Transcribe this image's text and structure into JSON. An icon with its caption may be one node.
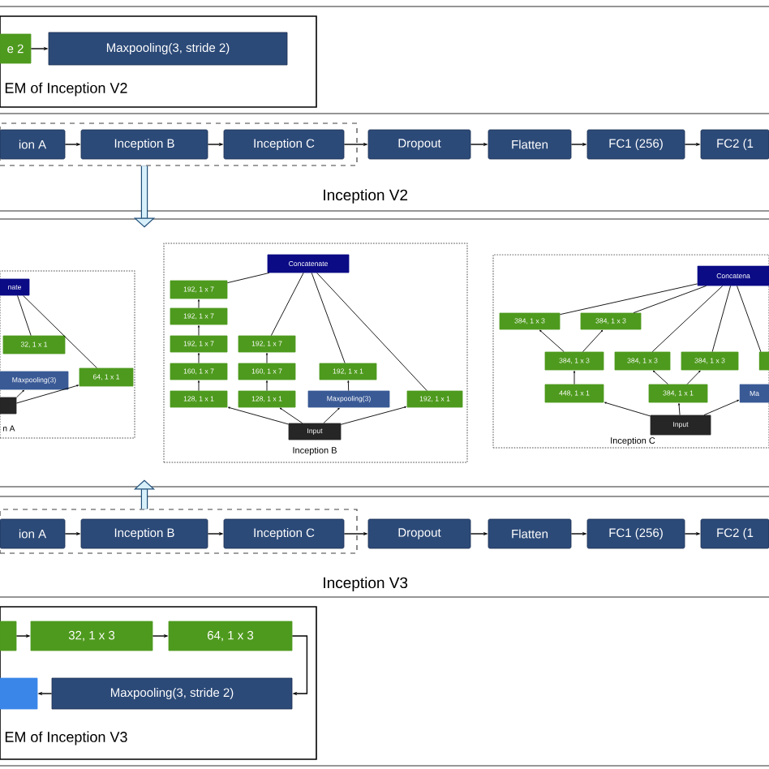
{
  "diagram": {
    "nodes": [
      {
        "text": [
          "EM of Inception V2"
        ]
      },
      {
        "text": [
          "e 2"
        ],
        "in": 0
      },
      {
        "text": [
          "Maxpooling(3, stride 2)"
        ],
        "in": 0
      },
      {
        "text": [],
        "shape": "box"
      },
      {
        "text": [
          "ion A"
        ],
        "in": 3
      },
      {
        "text": [
          "Inception B"
        ],
        "in": 3
      },
      {
        "text": [
          "Inception C"
        ],
        "in": 3
      },
      {
        "text": [
          "Dropout"
        ]
      },
      {
        "text": [
          "Flatten"
        ]
      },
      {
        "text": [
          "FC1 (256)"
        ]
      },
      {
        "text": [
          "FC2 (1"
        ]
      },
      {
        "text": [
          "n A"
        ]
      },
      {
        "text": [
          "nate"
        ],
        "in": 11
      },
      {
        "text": [
          "32, 1 x 1"
        ],
        "in": 11
      },
      {
        "text": [
          "Maxpooling(3)"
        ],
        "in": 11
      },
      {
        "text": [
          "64, 1 x 1"
        ],
        "in": 11
      },
      {
        "text": [],
        "shape": "box",
        "in": 11
      },
      {
        "text": [
          "Inception B"
        ]
      },
      {
        "text": [
          "Concatenate"
        ],
        "in": 17
      },
      {
        "text": [
          "192, 1 x 7"
        ],
        "in": 17
      },
      {
        "text": [
          "192, 1 x 7"
        ],
        "in": 17
      },
      {
        "text": [
          "192, 1 x 7"
        ],
        "in": 17
      },
      {
        "text": [
          "160, 1 x 7"
        ],
        "in": 17
      },
      {
        "text": [
          "128, 1 x 1"
        ],
        "in": 17
      },
      {
        "text": [
          "192, 1 x 7"
        ],
        "in": 17
      },
      {
        "text": [
          "160, 1 x 7"
        ],
        "in": 17
      },
      {
        "text": [
          "128, 1 x 1"
        ],
        "in": 17
      },
      {
        "text": [
          "192, 1 x 1"
        ],
        "in": 17
      },
      {
        "text": [
          "Maxpooling(3)"
        ],
        "in": 17
      },
      {
        "text": [
          "192, 1 x 1"
        ],
        "in": 17
      },
      {
        "text": [
          "Input"
        ],
        "in": 17
      },
      {
        "text": [
          "Inception C"
        ]
      },
      {
        "text": [
          "Concatena"
        ],
        "in": 31
      },
      {
        "text": [
          "384, 1 x 3"
        ],
        "in": 31
      },
      {
        "text": [
          "384, 1 x 3"
        ],
        "in": 31
      },
      {
        "text": [
          "384, 1 x 3"
        ],
        "in": 31
      },
      {
        "text": [
          "384, 1 x 3"
        ],
        "in": 31
      },
      {
        "text": [
          "384, 1 x 3"
        ],
        "in": 31
      },
      {
        "text": [],
        "shape": "box",
        "in": 31
      },
      {
        "text": [
          "448, 1 x 1"
        ],
        "in": 31
      },
      {
        "text": [
          "384, 1 x 1"
        ],
        "in": 31
      },
      {
        "text": [
          "Ma"
        ],
        "in": 31
      },
      {
        "text": [
          "Input"
        ],
        "in": 31
      },
      {
        "text": [],
        "shape": "box"
      },
      {
        "text": [
          "ion A"
        ],
        "in": 43
      },
      {
        "text": [
          "Inception B"
        ],
        "in": 43
      },
      {
        "text": [
          "Inception C"
        ],
        "in": 43
      },
      {
        "text": [
          "Dropout"
        ]
      },
      {
        "text": [
          "Flatten"
        ]
      },
      {
        "text": [
          "FC1 (256)"
        ]
      },
      {
        "text": [
          "FC2 (1"
        ]
      },
      {
        "text": [
          "EM of Inception V3"
        ]
      },
      {
        "text": [],
        "shape": "box",
        "in": 51
      },
      {
        "text": [
          "32, 1 x 3"
        ],
        "in": 51
      },
      {
        "text": [
          "64, 1 x 3"
        ],
        "in": 51
      },
      {
        "text": [],
        "shape": "box",
        "in": 51
      },
      {
        "text": [
          "Maxpooling(3, stride 2)"
        ],
        "in": 51
      }
    ],
    "edges": [
      {
        "from": 1,
        "to": 2,
        "arrow": "to"
      },
      {
        "from": 4,
        "to": 5,
        "arrow": "to"
      },
      {
        "from": 5,
        "to": 6,
        "arrow": "to"
      },
      {
        "from": 6,
        "to": 7,
        "arrow": "to"
      },
      {
        "from": 7,
        "to": 8,
        "arrow": "to"
      },
      {
        "from": 8,
        "to": 9,
        "arrow": "to"
      },
      {
        "from": 9,
        "to": 10,
        "arrow": "to"
      },
      {
        "from": 3,
        "to": null,
        "arrow": "to",
        "style": "thick",
        "color": "#1f4e79"
      },
      {
        "from": 13,
        "to": 12,
        "arrow": "none"
      },
      {
        "from": 15,
        "to": 12,
        "arrow": "none"
      },
      {
        "from": 16,
        "to": 14,
        "arrow": "to"
      },
      {
        "from": 16,
        "to": 15,
        "arrow": "to"
      },
      {
        "from": 30,
        "to": 23,
        "arrow": "to"
      },
      {
        "from": 23,
        "to": 22,
        "arrow": "to"
      },
      {
        "from": 22,
        "to": 21,
        "arrow": "to"
      },
      {
        "from": 21,
        "to": 20,
        "arrow": "to"
      },
      {
        "from": 20,
        "to": 19,
        "arrow": "to"
      },
      {
        "from": 19,
        "to": 18,
        "arrow": "none"
      },
      {
        "from": 30,
        "to": 26,
        "arrow": "to"
      },
      {
        "from": 26,
        "to": 25,
        "arrow": "to"
      },
      {
        "from": 25,
        "to": 24,
        "arrow": "to"
      },
      {
        "from": 24,
        "to": 18,
        "arrow": "none"
      },
      {
        "from": 30,
        "to": 28,
        "arrow": "to"
      },
      {
        "from": 28,
        "to": 27,
        "arrow": "to"
      },
      {
        "from": 27,
        "to": 18,
        "arrow": "none"
      },
      {
        "from": 30,
        "to": 29,
        "arrow": "to"
      },
      {
        "from": 29,
        "to": 18,
        "arrow": "none"
      },
      {
        "from": 42,
        "to": 39,
        "arrow": "to"
      },
      {
        "from": 39,
        "to": 35,
        "arrow": "to"
      },
      {
        "from": 35,
        "to": 33,
        "arrow": "to"
      },
      {
        "from": 35,
        "to": 34,
        "arrow": "to"
      },
      {
        "from": 33,
        "to": 32,
        "arrow": "none"
      },
      {
        "from": 34,
        "to": 32,
        "arrow": "none"
      },
      {
        "from": 42,
        "to": 40,
        "arrow": "to"
      },
      {
        "from": 40,
        "to": 36,
        "arrow": "to"
      },
      {
        "from": 40,
        "to": 37,
        "arrow": "to"
      },
      {
        "from": 36,
        "to": 32,
        "arrow": "none"
      },
      {
        "from": 37,
        "to": 32,
        "arrow": "none"
      },
      {
        "from": 38,
        "to": 32,
        "arrow": "none"
      },
      {
        "from": 42,
        "to": 41,
        "arrow": "to"
      },
      {
        "from": 44,
        "to": 45,
        "arrow": "to"
      },
      {
        "from": 45,
        "to": 46,
        "arrow": "to"
      },
      {
        "from": 46,
        "to": 47,
        "arrow": "to"
      },
      {
        "from": 47,
        "to": 48,
        "arrow": "to"
      },
      {
        "from": 48,
        "to": 49,
        "arrow": "to"
      },
      {
        "from": 49,
        "to": 50,
        "arrow": "to"
      },
      {
        "from": 43,
        "to": null,
        "arrow": "to",
        "style": "thick",
        "color": "#1f4e79"
      },
      {
        "from": 52,
        "to": 53,
        "arrow": "to"
      },
      {
        "from": 53,
        "to": 54,
        "arrow": "to"
      },
      {
        "from": 54,
        "to": 56,
        "arrow": "to"
      },
      {
        "from": 56,
        "to": 55,
        "arrow": "to"
      }
    ],
    "labels": [
      "Inception V2",
      "Inception V3"
    ]
  }
}
